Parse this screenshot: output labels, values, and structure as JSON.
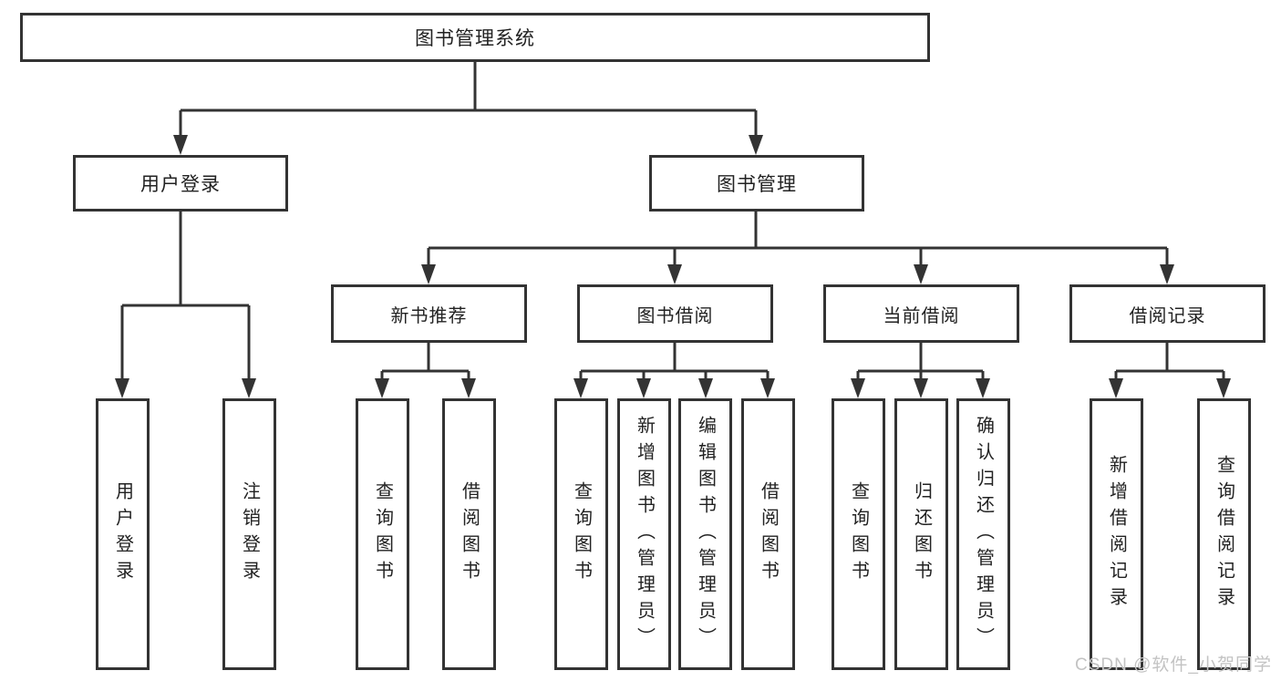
{
  "colors": {
    "line": "#333333",
    "text": "#222222",
    "boxbg": "#ffffff",
    "watermark": "#c3c3c3"
  },
  "tree": {
    "root": "图书管理系统",
    "branches": [
      {
        "label": "用户登录",
        "children": [
          "用户登录",
          "注销登录"
        ]
      },
      {
        "label": "图书管理",
        "sections": [
          {
            "label": "新书推荐",
            "children": [
              "查询图书",
              "借阅图书"
            ]
          },
          {
            "label": "图书借阅",
            "children": [
              "查询图书",
              "新增图书（管理员）",
              "编辑图书（管理员）",
              "借阅图书"
            ]
          },
          {
            "label": "当前借阅",
            "children": [
              "查询图书",
              "归还图书",
              "确认归还（管理员）"
            ]
          },
          {
            "label": "借阅记录",
            "children": [
              "新增借阅记录",
              "查询借阅记录"
            ]
          }
        ]
      }
    ]
  },
  "watermark": "CSDN @软件_小贺同学"
}
